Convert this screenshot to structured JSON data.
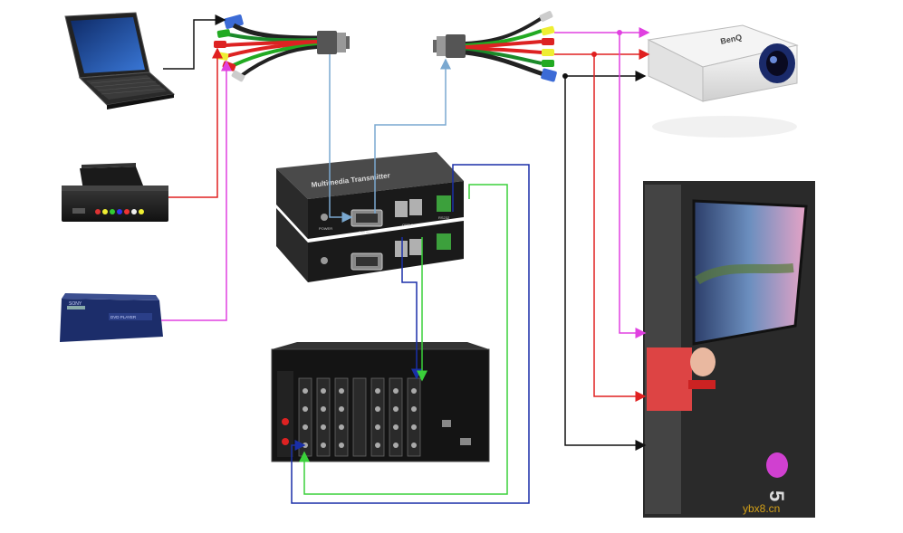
{
  "colors": {
    "black": "#111111",
    "red": "#e02020",
    "magenta": "#e040e0",
    "blue": "#1a2fa8",
    "green": "#3ad03a",
    "lightblue": "#7aa8d0"
  },
  "devices": {
    "laptop": {
      "icon": "laptop-icon"
    },
    "media_player": {
      "icon": "media-player-icon"
    },
    "dvd_player": {
      "icon": "dvd-player-icon",
      "brand": "SONY",
      "model": "DVD PLAYER"
    },
    "transmitter": {
      "icon": "fiber-transmitter-icon",
      "title": "Multimedia Transmitter",
      "port_dvi": "DVI IN",
      "port_power": "POWER",
      "port_optic": "OPTIC",
      "port_rs": "RS232"
    },
    "matrix": {
      "icon": "matrix-switcher-icon"
    },
    "projector": {
      "icon": "projector-icon",
      "brand": "BenQ"
    },
    "display_wall": {
      "icon": "display-screen-icon"
    }
  },
  "cables": {
    "splitter_left": {
      "icon": "vga-rca-splitter-icon"
    },
    "splitter_right": {
      "icon": "vga-rca-splitter-icon"
    }
  },
  "watermark": {
    "text": "ybx8.cn"
  }
}
